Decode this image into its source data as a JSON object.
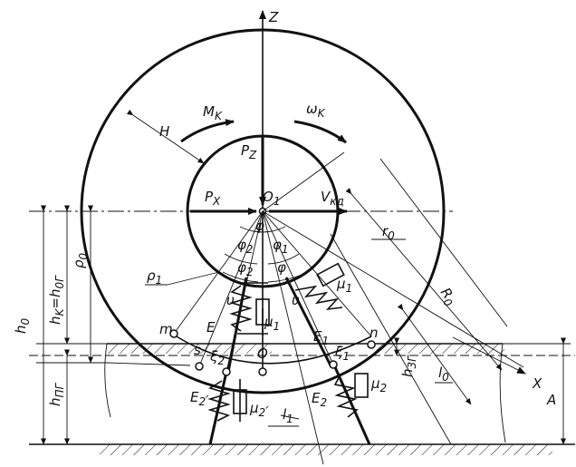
{
  "labels": {
    "Z": "Z",
    "X": "X",
    "A": "A",
    "M_k": "M",
    "M_k_sub": "K",
    "omega": "ω",
    "omega_sub": "K",
    "H": "H",
    "Pz": "P",
    "Pz_sub": "Z",
    "Px": "P",
    "Px_sub": "X",
    "O1": "O",
    "O1_sub": "1",
    "Vkd": "V",
    "Vkd_sub": "кд",
    "phi": "φ",
    "phi2": "φ",
    "phi2_sub": "2",
    "phi1": "φ",
    "phi1_sub": "1",
    "r0": "r",
    "r0_sub": "0",
    "rho1": "ρ",
    "rho1_sub": "1",
    "rho0": "ρ",
    "rho0_sub": "0",
    "R0": "R",
    "R0_sub": "0",
    "h0": "h",
    "h0_sub": "0",
    "hk": "h",
    "hk_sub": "K",
    "hk_eq": "=h",
    "hk_eq_sub": "0Г",
    "upsilon": "υ",
    "E": "E",
    "mu1": "μ",
    "mu1_sub": "1",
    "E1": "E",
    "E1_sub": "1",
    "m": "m",
    "s": "s",
    "n": "n",
    "O": "O",
    "xi2": "ξ",
    "xi2_sub": "2",
    "xi1": "ξ",
    "xi1_sub": "1",
    "hzg": "h",
    "hzg_sub": "3Г",
    "hpg": "h",
    "hpg_sub": "ПГ",
    "E2p": "E",
    "E2p_sub": "2",
    "mu2p": "μ",
    "mu2p_sub": "2",
    "E2": "E",
    "E2_sub": "2",
    "mu2": "μ",
    "mu2_sub": "2",
    "l1": "l",
    "l1_sub": "1",
    "l0": "l",
    "l0_sub": "0"
  }
}
